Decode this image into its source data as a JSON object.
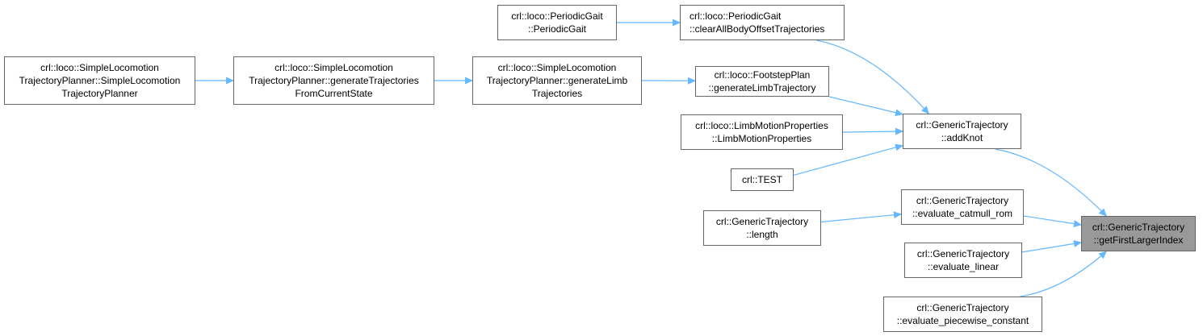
{
  "graph": {
    "edge_color": "#63b8ff",
    "focus_fill": "#999999",
    "node_border": "#666666",
    "nodes": [
      {
        "id": "n_focus",
        "lines": [
          "crl::GenericTrajectory",
          "::getFirstLargerIndex"
        ],
        "focus": true
      },
      {
        "id": "n_addknot",
        "lines": [
          "crl::GenericTrajectory",
          "::addKnot"
        ]
      },
      {
        "id": "n_catmull",
        "lines": [
          "crl::GenericTrajectory",
          "::evaluate_catmull_rom"
        ]
      },
      {
        "id": "n_linear",
        "lines": [
          "crl::GenericTrajectory",
          "::evaluate_linear"
        ]
      },
      {
        "id": "n_piecewise",
        "lines": [
          "crl::GenericTrajectory",
          "::evaluate_piecewise_constant"
        ]
      },
      {
        "id": "n_clearall",
        "lines": [
          "crl::loco::PeriodicGait",
          "::clearAllBodyOffsetTrajectories"
        ]
      },
      {
        "id": "n_periodicgait",
        "lines": [
          "crl::loco::PeriodicGait",
          "::PeriodicGait"
        ]
      },
      {
        "id": "n_footstep",
        "lines": [
          "crl::loco::FootstepPlan",
          "::generateLimbTrajectory"
        ]
      },
      {
        "id": "n_limbprops",
        "lines": [
          "crl::loco::LimbMotionProperties",
          "::LimbMotionProperties"
        ]
      },
      {
        "id": "n_test",
        "lines": [
          "crl::TEST"
        ]
      },
      {
        "id": "n_length",
        "lines": [
          "crl::GenericTrajectory",
          "::length"
        ]
      },
      {
        "id": "n_genlimb",
        "lines": [
          "crl::loco::SimpleLocomotion",
          "TrajectoryPlanner::generateLimb",
          "Trajectories"
        ]
      },
      {
        "id": "n_genfromcur",
        "lines": [
          "crl::loco::SimpleLocomotion",
          "TrajectoryPlanner::generateTrajectories",
          "FromCurrentState"
        ]
      },
      {
        "id": "n_ctor",
        "lines": [
          "crl::loco::SimpleLocomotion",
          "TrajectoryPlanner::SimpleLocomotion",
          "TrajectoryPlanner"
        ]
      }
    ],
    "edges": [
      {
        "from": "n_addknot",
        "to": "n_focus"
      },
      {
        "from": "n_catmull",
        "to": "n_focus"
      },
      {
        "from": "n_linear",
        "to": "n_focus"
      },
      {
        "from": "n_piecewise",
        "to": "n_focus"
      },
      {
        "from": "n_clearall",
        "to": "n_addknot"
      },
      {
        "from": "n_footstep",
        "to": "n_addknot"
      },
      {
        "from": "n_limbprops",
        "to": "n_addknot"
      },
      {
        "from": "n_test",
        "to": "n_addknot"
      },
      {
        "from": "n_periodicgait",
        "to": "n_clearall"
      },
      {
        "from": "n_genlimb",
        "to": "n_footstep"
      },
      {
        "from": "n_genfromcur",
        "to": "n_genlimb"
      },
      {
        "from": "n_ctor",
        "to": "n_genfromcur"
      },
      {
        "from": "n_length",
        "to": "n_catmull"
      }
    ]
  }
}
